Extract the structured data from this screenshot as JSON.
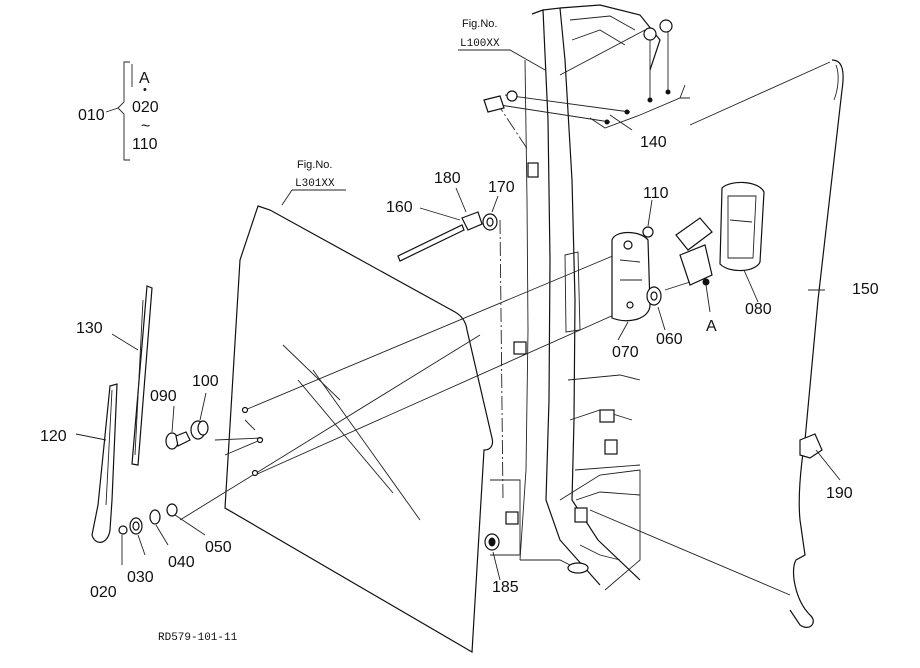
{
  "figure_refs": {
    "cab": {
      "label": "Fig.No.",
      "code": "L100XX"
    },
    "glass": {
      "label": "Fig.No.",
      "code": "L301XX"
    }
  },
  "range_note": {
    "part": "010",
    "top": "A",
    "dot": "•",
    "from": "020",
    "tilde": "~",
    "to": "110"
  },
  "callouts": {
    "p020": "020",
    "p030": "030",
    "p040": "040",
    "p050": "050",
    "p060": "060",
    "p070": "070",
    "p080": "080",
    "p090": "090",
    "p100": "100",
    "p110": "110",
    "p120": "120",
    "p130": "130",
    "p140": "140",
    "p150": "150",
    "p160": "160",
    "p170": "170",
    "p180": "180",
    "p185": "185",
    "p190": "190",
    "pA": "A"
  },
  "drawing_code": "RD579-101-11"
}
